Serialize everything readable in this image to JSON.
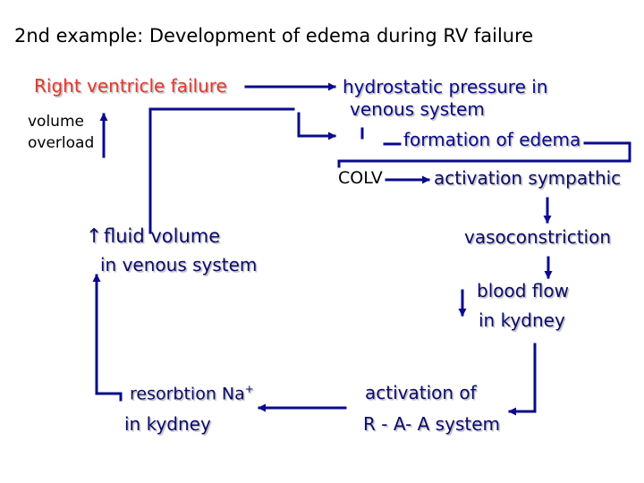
{
  "title": "2nd example:  Development of edema during  RV failure",
  "nodes": {
    "rv_failure": "Right ventricle failure",
    "volume": "volume",
    "overload": "overload",
    "hydrostatic_1": "hydrostatic pressure in",
    "hydrostatic_2": "venous system",
    "edema": "formation of  edema",
    "colv": "COLV",
    "sympathic": "activation  sympathic",
    "fluid_arrow": "↑",
    "fluid_volume": "fluid volume",
    "fluid_venous": "in venous system",
    "vasoconstriction": "vasoconstriction",
    "blood_flow": "blood flow",
    "kidney_1": "in kydney",
    "raa_1": "activation of",
    "raa_2": "R - A- A system",
    "resorb_1": "resorbtion Na",
    "resorb_sup": "+",
    "resorb_2": "in kydney"
  },
  "colors": {
    "title": "#000000",
    "accent_red": "#e8352b",
    "text_blue": "#0a0a8c",
    "arrow": "#0a0a8c"
  }
}
